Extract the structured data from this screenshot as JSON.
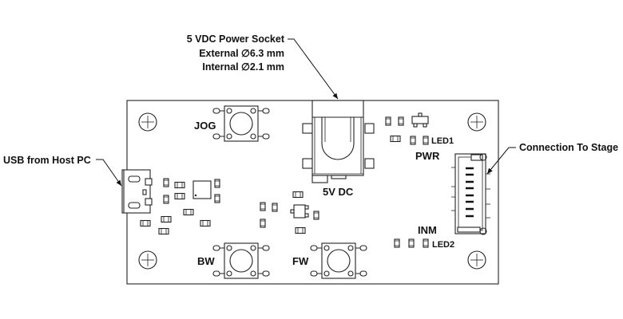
{
  "annotations": {
    "power_socket": [
      "5 VDC Power Socket",
      "External ∅6.3 mm",
      "Internal ∅2.1 mm"
    ],
    "usb": "USB from Host PC",
    "connection": "Connection To Stage"
  },
  "board_labels": {
    "jog": "JOG",
    "bw": "BW",
    "fw": "FW",
    "power": "5V DC",
    "pwr": "PWR",
    "led1": "LED1",
    "inm": "INM",
    "led2": "LED2"
  },
  "colors": {
    "line": "#222222",
    "background": "#ffffff"
  }
}
